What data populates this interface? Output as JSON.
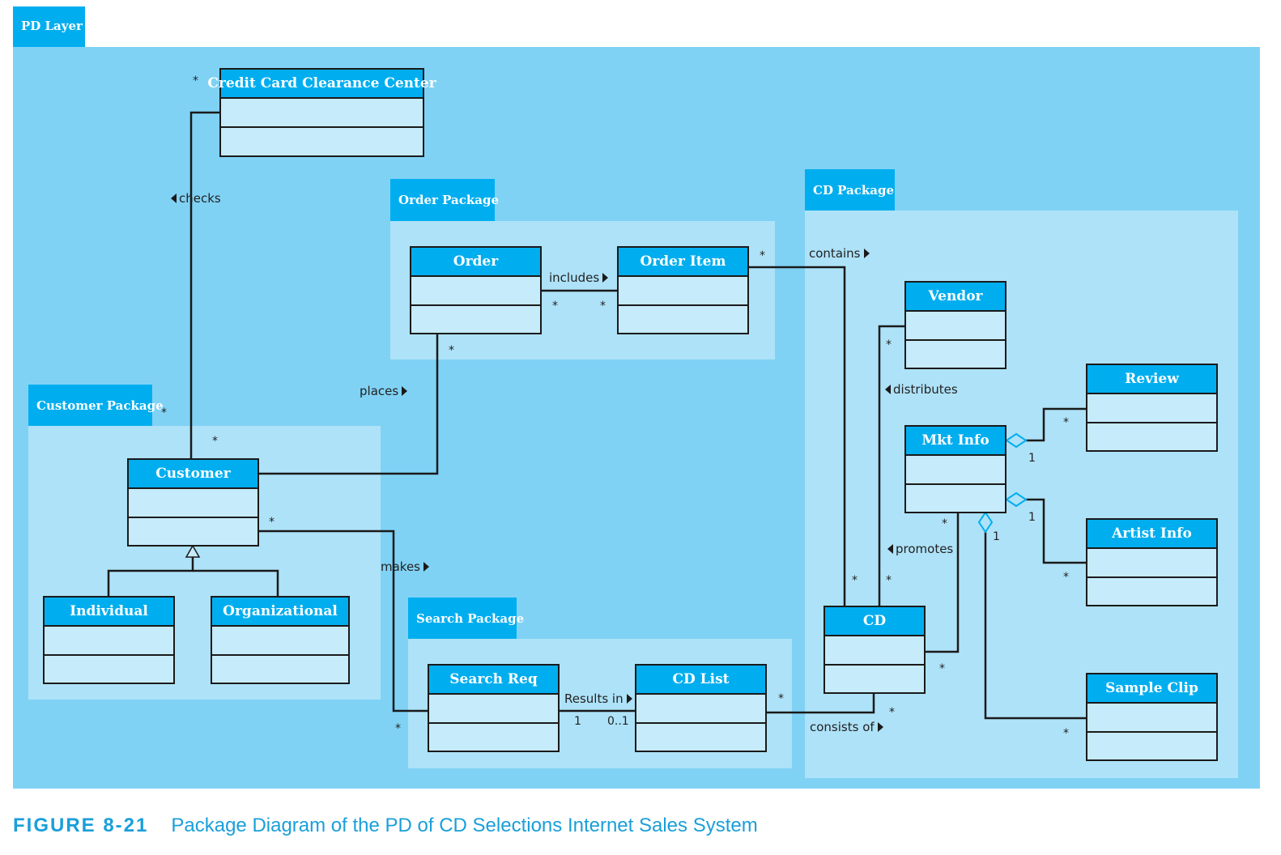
{
  "layer": {
    "label": "PD Layer"
  },
  "packages": {
    "order": "Order Package",
    "customer": "Customer Package",
    "search": "Search Package",
    "cd": "CD Package"
  },
  "classes": {
    "credit_card": "Credit Card Clearance Center",
    "order": "Order",
    "order_item": "Order Item",
    "customer": "Customer",
    "individual": "Individual",
    "organizational": "Organizational",
    "search_req": "Search Req",
    "cd_list": "CD List",
    "vendor": "Vendor",
    "mkt_info": "Mkt Info",
    "cd": "CD",
    "review": "Review",
    "artist_info": "Artist Info",
    "sample_clip": "Sample Clip"
  },
  "associations": {
    "checks": "checks",
    "includes": "includes",
    "places": "places",
    "makes": "makes",
    "results_in": "Results in",
    "contains": "contains",
    "distributes": "distributes",
    "promotes": "promotes",
    "consists_of": "consists of"
  },
  "multiplicities": {
    "star": "*",
    "one": "1",
    "zero_one": "0..1"
  },
  "caption": {
    "figure": "FIGURE 8-21",
    "text": "Package Diagram of the PD of CD Selections Internet Sales System"
  },
  "colors": {
    "layer_bg": "#80d2f5",
    "package_bg": "#aee2f8",
    "class_header": "#00aeef",
    "class_body": "#c6ebfb",
    "caption": "#1a9fd9"
  }
}
